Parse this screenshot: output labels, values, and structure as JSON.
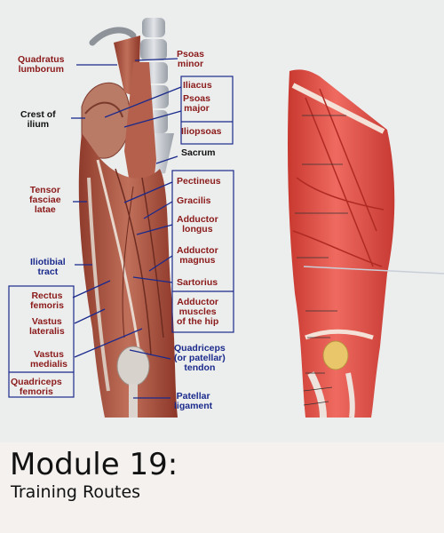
{
  "diagram": {
    "labels": {
      "quadratus_lumborum": "Quadratus\nlumborum",
      "psoas_minor": "Psoas\nminor",
      "iliacus": "Iliacus",
      "psoas_major": "Psoas\nmajor",
      "crest_of_ilium": "Crest of\nilium",
      "iliopsoas": "Iliopsoas",
      "sacrum": "Sacrum",
      "tensor_fasciae_latae": "Tensor\nfasciae\nlatae",
      "pectineus": "Pectineus",
      "gracilis": "Gracilis",
      "adductor_longus": "Adductor\nlongus",
      "adductor_magnus": "Adductor\nmagnus",
      "iliotibial_tract": "Iliotibial\ntract",
      "sartorius": "Sartorius",
      "rectus_femoris": "Rectus\nfemoris",
      "adductor_muscles": "Adductor\nmuscles\nof the hip",
      "vastus_lateralis": "Vastus\nlateralis",
      "vastus_medialis": "Vastus\nmedialis",
      "quadriceps_tendon": "Quadriceps\n(or patellar)\ntendon",
      "quadriceps_femoris": "Quadriceps\nfemoris",
      "patellar_ligament": "Patellar\nligament"
    },
    "colors": {
      "muscle_label": "#8b1a1a",
      "group_label": "#1a2a8c",
      "structure_label": "#111111",
      "leader_line": "#1a2a8c"
    }
  },
  "footer": {
    "title": "Module 19:",
    "subtitle": "Training Routes"
  }
}
